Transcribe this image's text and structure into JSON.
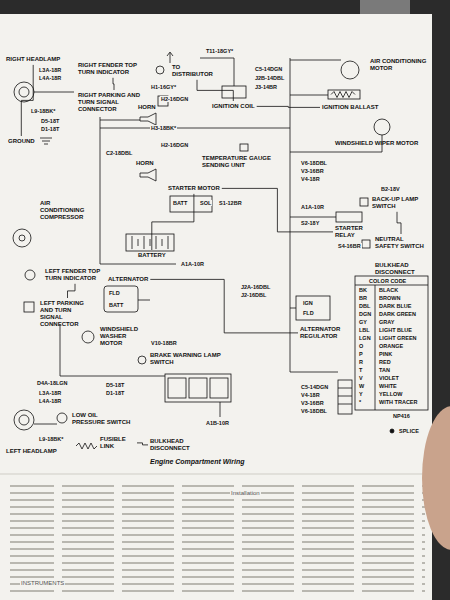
{
  "diagram": {
    "caption": "Engine Compartment Wiring",
    "nodes": [
      {
        "text": [
          "RIGHT HEADLAMP"
        ]
      },
      {
        "text": [
          "RIGHT FENDER TOP TURN INDICATOR"
        ]
      },
      {
        "text": [
          "RIGHT PARKING AND TURN SIGNAL CONNECTOR"
        ]
      },
      {
        "text": [
          "HORN"
        ]
      },
      {
        "text": [
          "TO DISTRIBUTOR"
        ]
      },
      {
        "text": [
          "IGNITION COIL"
        ]
      },
      {
        "text": [
          "IGNITION BALLAST"
        ]
      },
      {
        "text": [
          "AIR CONDITIONING MOTOR"
        ]
      },
      {
        "text": [
          "HORN"
        ]
      },
      {
        "text": [
          "TEMPERATURE GAUGE SENDING UNIT"
        ]
      },
      {
        "text": [
          "WINDSHIELD WIPER MOTOR"
        ]
      },
      {
        "text": [
          "GROUND"
        ]
      },
      {
        "text": [
          "STARTER MOTOR"
        ]
      },
      {
        "text": [
          "AIR CONDITIONING COMPRESSOR"
        ]
      },
      {
        "text": [
          "BATTERY"
        ]
      },
      {
        "text": [
          "BACK-UP LAMP SWITCH"
        ]
      },
      {
        "text": [
          "STARTER RELAY"
        ]
      },
      {
        "text": [
          "NEUTRAL SAFETY SWITCH"
        ]
      },
      {
        "text": [
          "BULKHEAD DISCONNECT"
        ]
      },
      {
        "text": [
          "LEFT FENDER TOP TURN INDICATOR"
        ]
      },
      {
        "text": [
          "ALTERNATOR"
        ]
      },
      {
        "text": [
          "LEFT PARKING AND TURN SIGNAL CONNECTOR"
        ]
      },
      {
        "text": [
          "WINDSHIELD WASHER MOTOR"
        ]
      },
      {
        "text": [
          "BRAKE WARNING LAMP SWITCH"
        ]
      },
      {
        "text": [
          "ALTERNATOR REGULATOR"
        ]
      },
      {
        "text": [
          "LEFT HEADLAMP"
        ]
      },
      {
        "text": [
          "LOW OIL PRESSURE SWITCH"
        ]
      },
      {
        "text": [
          "FUSIBLE LINK"
        ]
      },
      {
        "text": [
          "BULKHEAD DISCONNECT"
        ]
      }
    ],
    "edges": [
      {
        "from": 0,
        "to": 11,
        "arrow": "none"
      },
      {
        "from": 1,
        "to": 2,
        "arrow": "none"
      },
      {
        "from": 4,
        "to": 5,
        "arrow": "none"
      },
      {
        "from": 5,
        "to": 6,
        "arrow": "none"
      },
      {
        "from": 12,
        "to": 14,
        "arrow": "none"
      },
      {
        "from": 15,
        "to": 17,
        "arrow": "none"
      },
      {
        "from": 16,
        "to": 12,
        "arrow": "none"
      },
      {
        "from": 19,
        "to": 21,
        "arrow": "none"
      },
      {
        "from": 20,
        "to": 24,
        "arrow": "none"
      },
      {
        "from": 27,
        "to": 28,
        "arrow": "none"
      }
    ],
    "labels": [
      "L3A-18R",
      "L4A-18R",
      "L9-18BK*",
      "D5-18T",
      "D1-18T",
      "T11-18GY*",
      "C5-14DGN",
      "J2B-14DBL",
      "J3-14BR",
      "H1-16GY*",
      "H2-16DGN",
      "H3-18BK*",
      "C2-18DBL",
      "H2-16DGN",
      "BATT",
      "SOL",
      "S1-12BR",
      "A1A-10R",
      "V6-18DBL",
      "V3-16BR",
      "V4-18R",
      "B2-18V",
      "A1A-10R",
      "S2-18Y",
      "S4-16BR",
      "J2A-16DBL",
      "J2-16DBL",
      "FLD",
      "BATT",
      "IGN",
      "FLD",
      "V10-18BR",
      "D4A-18LGN",
      "L3A-18R",
      "L4A-18R",
      "L9-18BK*",
      "D5-18T",
      "D1-18T",
      "A1B-10R",
      "C5-14DGN",
      "V4-18R",
      "V3-16BR",
      "V6-18DBL",
      "COLOR CODE",
      "BK",
      "BLACK",
      "BR",
      "BROWN",
      "DBL",
      "DARK BLUE",
      "DGN",
      "DARK GREEN",
      "GY",
      "GRAY",
      "LBL",
      "LIGHT BLUE",
      "LGN",
      "LIGHT GREEN",
      "O",
      "ORANGE",
      "P",
      "PINK",
      "R",
      "RED",
      "T",
      "TAN",
      "V",
      "VIOLET",
      "W",
      "WHITE",
      "Y",
      "YELLOW",
      "*",
      "WITH TRACER",
      "NP416",
      "SPLICE",
      "Installation",
      "INSTRUMENTS"
    ]
  }
}
